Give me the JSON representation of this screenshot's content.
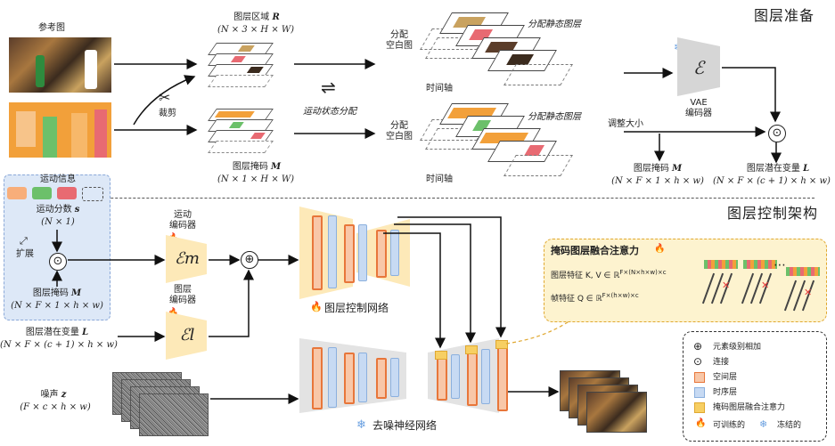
{
  "prep": {
    "title": "图层准备",
    "ref_label": "参考图",
    "crop_label": "裁剪",
    "region_title": "图层区域",
    "region_symbol": "R",
    "region_shape": "(N × 3 × H × W)",
    "mask_title": "图层掩码",
    "mask_symbol": "M",
    "mask_shape": "(N × 1 × H × W)",
    "motion_assign": "运动状态分配",
    "assign_blank": "分配\n空白图",
    "assign_static": "分配静态图层",
    "time_axis": "时间轴",
    "vae": "VAE\n编码器",
    "vae_symbol": "ℰ",
    "resize": "调整大小",
    "mask_out_title": "图层掩码",
    "mask_out_symbol": "M",
    "mask_out_shape": "(N × F × 1 × h × w)",
    "latent_title": "图层潜在变量",
    "latent_symbol": "L",
    "latent_shape": "(N × F × (c + 1) × h × w)"
  },
  "control": {
    "title": "图层控制架构",
    "motion_info": "运动信息",
    "motion_score": "运动分数",
    "motion_score_symbol": "s",
    "motion_score_shape": "(N × 1)",
    "expand": "扩展",
    "mask_title": "图层掩码",
    "mask_symbol": "M",
    "mask_shape": "(N × F × 1 × h × w)",
    "latent_title": "图层潜在变量",
    "latent_symbol": "L",
    "latent_shape": "(N × F × (c + 1) × h × w)",
    "noise_title": "噪声",
    "noise_symbol": "z",
    "noise_shape": "(F × c × h × w)",
    "motion_encoder": "运动\n编码器",
    "motion_encoder_symbol": "ℰm",
    "layer_encoder": "图层\n编码器",
    "layer_encoder_symbol": "ℰl",
    "control_net": "图层控制网络",
    "denoise_net": "去噪神经网络",
    "attn_title": "掩码图层融合注意力",
    "attn_layer_feat": "图层特征  K, V ∈ ℝ",
    "attn_layer_feat_sup": "F×(N×h×w)×c",
    "attn_frame_feat": "帧特征  Q ∈ ℝ",
    "attn_frame_feat_sup": "F×(h×w)×c",
    "attn_dots": "⋯"
  },
  "legend": {
    "items": [
      {
        "symbol": "⊕",
        "label": "元素级别相加"
      },
      {
        "symbol": "⊙",
        "label": "连接"
      },
      {
        "symbol": "",
        "label": "空间层"
      },
      {
        "symbol": "",
        "label": "时序层"
      },
      {
        "symbol": "",
        "label": "掩码图层融合注意力"
      }
    ],
    "trainable": "可训练的",
    "frozen": "冻结的"
  },
  "colors": {
    "spatial_fill": "#f8c7a8",
    "spatial_border": "#e8763a",
    "temporal_fill": "#c7daf3",
    "attn_fill": "#f7cf63",
    "encoder_fill": "#fde9b8",
    "mask_orange": "#f2a03a",
    "mask_green": "#6cc06a",
    "mask_red": "#e86a72",
    "panel_blue": "#dde8f7",
    "panel_yellow": "#fdf3cf"
  },
  "icons": [
    "scissors-icon",
    "assign-icon",
    "snowflake-icon",
    "fire-icon",
    "expand-icon"
  ]
}
